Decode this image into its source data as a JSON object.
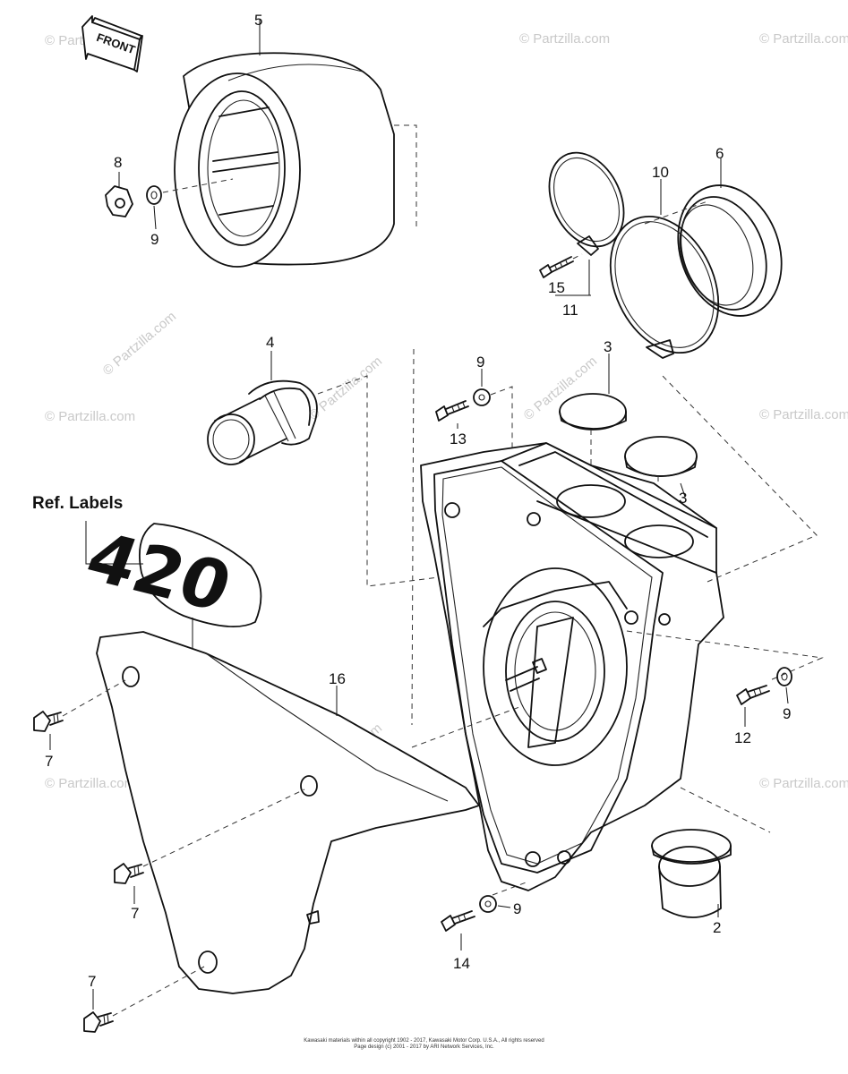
{
  "diagram": {
    "front_arrow_label": "FRONT",
    "ref_labels_title": "Ref. Labels",
    "decal_text": "420",
    "watermark_text": "© Partzilla.com",
    "parts": [
      {
        "ref": "5"
      },
      {
        "ref": "8"
      },
      {
        "ref": "9a"
      },
      {
        "ref": "6"
      },
      {
        "ref": "10"
      },
      {
        "ref": "15"
      },
      {
        "ref": "11"
      },
      {
        "ref": "4"
      },
      {
        "ref": "9b"
      },
      {
        "ref": "13"
      },
      {
        "ref": "3a"
      },
      {
        "ref": "3b"
      },
      {
        "ref": "16"
      },
      {
        "ref": "7a"
      },
      {
        "ref": "7b"
      },
      {
        "ref": "7c"
      },
      {
        "ref": "12"
      },
      {
        "ref": "9c"
      },
      {
        "ref": "2"
      },
      {
        "ref": "9d"
      },
      {
        "ref": "14"
      }
    ],
    "labels": {
      "p5": "5",
      "p8": "8",
      "p9a": "9",
      "p6": "6",
      "p10": "10",
      "p15": "15",
      "p11": "11",
      "p4": "4",
      "p9b": "9",
      "p13": "13",
      "p3a": "3",
      "p3b": "3",
      "p16": "16",
      "p7a": "7",
      "p7b": "7",
      "p7c": "7",
      "p12": "12",
      "p9c": "9",
      "p2": "2",
      "p9d": "9",
      "p14": "14"
    },
    "copyright_line1": "Kawasaki materials within all copyright 1902 - 2017, Kawasaki Motor Corp. U.S.A., All rights reserved",
    "copyright_line2": "Page design (c) 2001 - 2017 by ARI Network Services, Inc."
  }
}
